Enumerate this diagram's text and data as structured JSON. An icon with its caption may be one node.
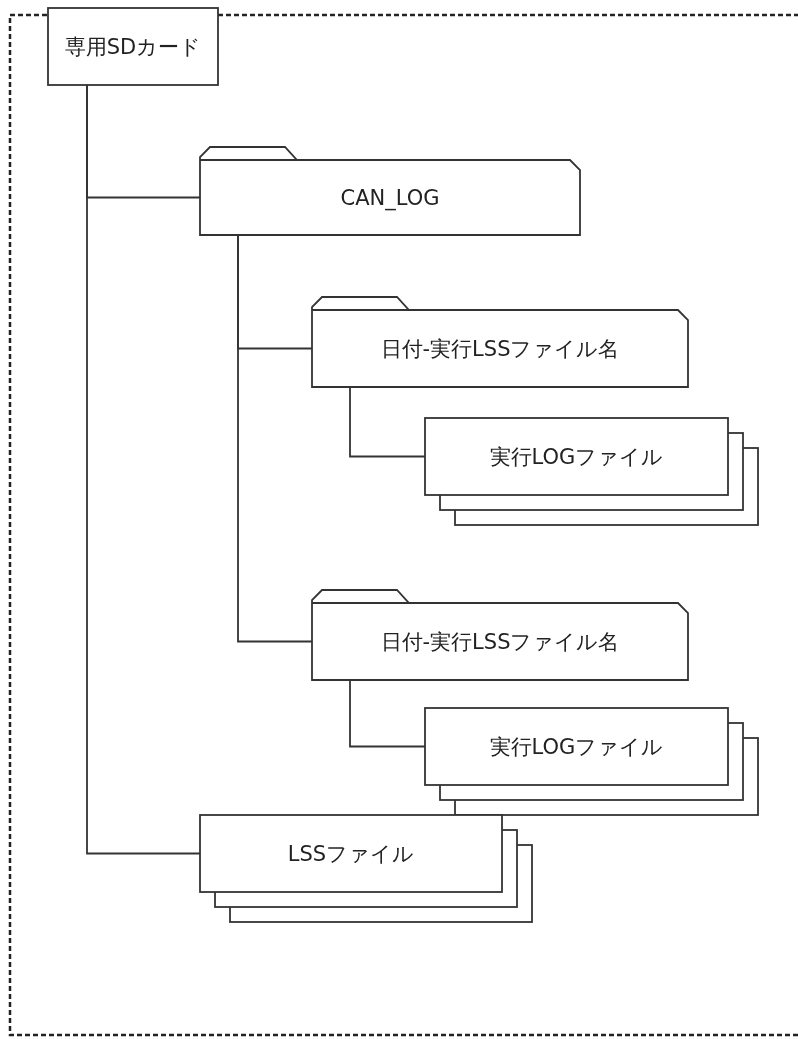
{
  "diagram": {
    "nodes": [
      {
        "text": [
          "専用SDカード"
        ]
      },
      {
        "text": [
          "CAN_LOG"
        ]
      },
      {
        "text": [
          "日付-実行LSSファイル名"
        ]
      },
      {
        "text": [
          "実行LOGファイル"
        ]
      },
      {
        "text": [
          "日付-実行LSSファイル名"
        ]
      },
      {
        "text": [
          "実行LOGファイル"
        ]
      },
      {
        "text": [
          "LSSファイル"
        ]
      }
    ],
    "edges": [
      {
        "from": 0,
        "to": 1,
        "arrow": "none"
      },
      {
        "from": 1,
        "to": 2,
        "arrow": "none"
      },
      {
        "from": 2,
        "to": 3,
        "arrow": "none"
      },
      {
        "from": 1,
        "to": 4,
        "arrow": "none"
      },
      {
        "from": 4,
        "to": 5,
        "arrow": "none"
      },
      {
        "from": 0,
        "to": 6,
        "arrow": "none"
      }
    ]
  }
}
